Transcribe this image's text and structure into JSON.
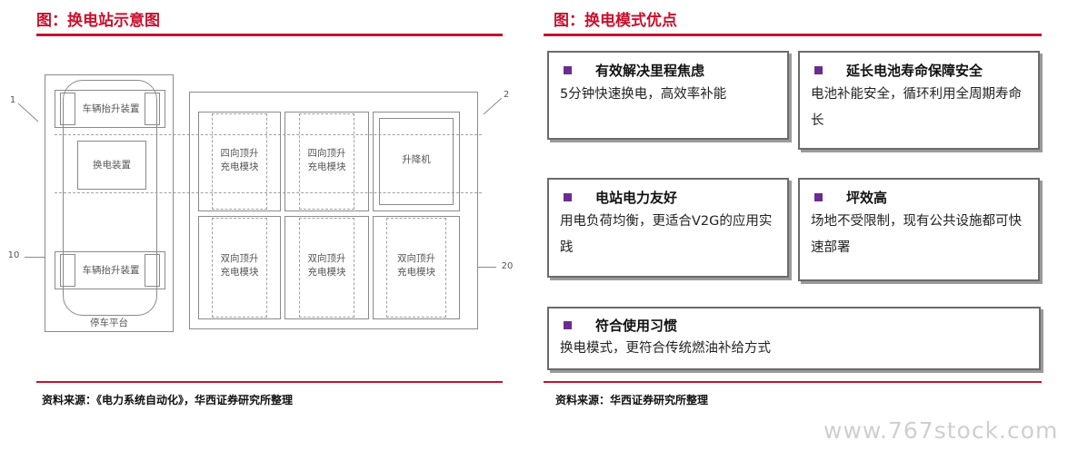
{
  "left": {
    "title": "图：换电站示意图",
    "source": "资料来源：《电力系统自动化》，华西证券研究所整理",
    "diagram": {
      "ref_1": "1",
      "ref_2": "2",
      "ref_10": "10",
      "ref_20": "20",
      "lift_top": "车辆抬升装置",
      "swap_device": "换电装置",
      "lift_bottom": "车辆抬升装置",
      "platform": "停车平台",
      "mod_1": "四向顶升\n充电模块",
      "mod_2": "四向顶升\n充电模块",
      "mod_3": "升降机",
      "mod_4": "双向顶升\n充电模块",
      "mod_5": "双向顶升\n充电模块",
      "mod_6": "双向顶升\n充电模块"
    }
  },
  "right": {
    "title": "图：换电模式优点",
    "source": "资料来源：华西证券研究所整理",
    "advantages": [
      {
        "title": "有效解决里程焦虑",
        "body": "5分钟快速换电，高效率补能"
      },
      {
        "title": "延长电池寿命保障安全",
        "body": "电池补能安全，循环利用全周期寿命长"
      },
      {
        "title": "电站电力友好",
        "body": "用电负荷均衡，更适合V2G的应用实践"
      },
      {
        "title": "坪效高",
        "body": "场地不受限制，现有公共设施都可快速部署"
      },
      {
        "title": "符合使用习惯",
        "body": "换电模式，更符合传统燃油补给方式"
      }
    ]
  },
  "watermark": "www.767stock.com",
  "colors": {
    "accent": "#c8102e",
    "bullet": "#6a2c91",
    "border": "#6b6b6b"
  }
}
